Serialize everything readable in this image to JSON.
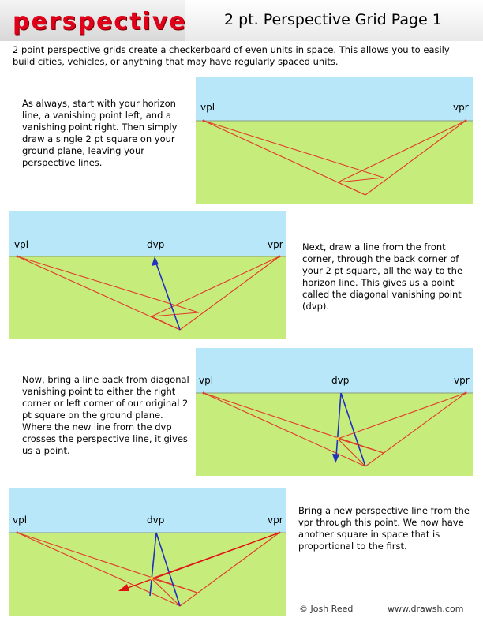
{
  "header": {
    "logo_text": "perspective",
    "title": "2 pt. Perspective Grid Page 1"
  },
  "intro": "2 point perspective grids create a checkerboard of even units in space.  This allows you to easily build cities, vehicles, or anything that may have regularly spaced units.",
  "steps": [
    {
      "text": "As always, start with your horizon line, a vanishing point left, and a vanishing point right. Then simply draw a single 2 pt square on your ground plane, leaving your perspective lines.",
      "labels": {
        "vpl": "vpl",
        "vpr": "vpr"
      }
    },
    {
      "text": "Next, draw a line from the front corner, through the back corner of your 2 pt square, all the way to the horizon line.  This gives us a point called the diagonal vanishing point (dvp).",
      "labels": {
        "vpl": "vpl",
        "dvp": "dvp",
        "vpr": "vpr"
      }
    },
    {
      "text": "Now, bring a line back from diagonal vanishing point to either the right corner or left corner of our original 2 pt square on the ground plane.  Where the new line from the dvp crosses the perspective line, it gives us a point.",
      "labels": {
        "vpl": "vpl",
        "dvp": "dvp",
        "vpr": "vpr"
      }
    },
    {
      "text": "Bring a new perspective line from the vpr through this point. We now have another square in space that is proportional to the first.",
      "labels": {
        "vpl": "vpl",
        "dvp": "dvp",
        "vpr": "vpr"
      }
    }
  ],
  "footer": {
    "credit": "© Josh Reed",
    "site": "www.drawsh.com"
  },
  "colors": {
    "sky": "#b7e7f9",
    "ground": "#c6ed7b",
    "horizon": "#8a9a7a",
    "perspective_line": "#e23a2a",
    "dvp_line": "#2030c0",
    "arrow_red": "#e01010"
  }
}
